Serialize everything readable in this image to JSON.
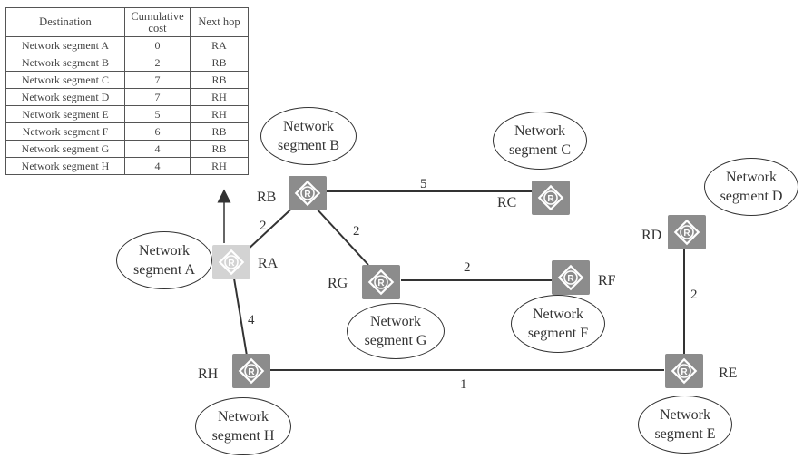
{
  "table": {
    "headers": [
      "Destination",
      "Cumulative cost",
      "Next hop"
    ],
    "rows": [
      [
        "Network segment A",
        "0",
        "RA"
      ],
      [
        "Network segment B",
        "2",
        "RB"
      ],
      [
        "Network segment C",
        "7",
        "RB"
      ],
      [
        "Network segment D",
        "7",
        "RH"
      ],
      [
        "Network segment E",
        "5",
        "RH"
      ],
      [
        "Network segment F",
        "6",
        "RB"
      ],
      [
        "Network segment G",
        "4",
        "RB"
      ],
      [
        "Network segment H",
        "4",
        "RH"
      ]
    ]
  },
  "routers": {
    "RA": "RA",
    "RB": "RB",
    "RC": "RC",
    "RD": "RD",
    "RE": "RE",
    "RF": "RF",
    "RG": "RG",
    "RH": "RH"
  },
  "router_glyph": "R",
  "segments": {
    "A": {
      "line1": "Network",
      "line2": "segment A"
    },
    "B": {
      "line1": "Network",
      "line2": "segment B"
    },
    "C": {
      "line1": "Network",
      "line2": "segment C"
    },
    "D": {
      "line1": "Network",
      "line2": "segment D"
    },
    "E": {
      "line1": "Network",
      "line2": "segment E"
    },
    "F": {
      "line1": "Network",
      "line2": "segment F"
    },
    "G": {
      "line1": "Network",
      "line2": "segment G"
    },
    "H": {
      "line1": "Network",
      "line2": "segment H"
    }
  },
  "costs": {
    "RA_RB": "2",
    "RB_RC": "5",
    "RB_RG": "2",
    "RG_RF": "2",
    "RA_RH": "4",
    "RH_RE": "1",
    "RD_RE": "2"
  },
  "colors": {
    "router": "#8c8c8c",
    "router_highlight": "#d3d3d3",
    "line": "#333333"
  }
}
